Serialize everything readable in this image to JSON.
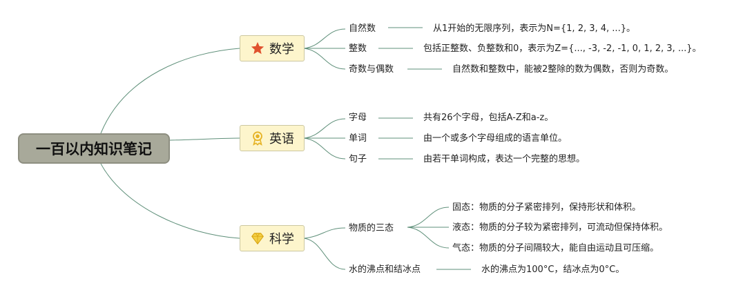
{
  "root": {
    "title": "一百以内知识笔记"
  },
  "branches": [
    {
      "label": "数学",
      "icon": "star-icon",
      "topics": [
        {
          "label": "自然数",
          "note": "从1开始的无限序列，表示为N={1, 2, 3, 4, ...}。"
        },
        {
          "label": "整数",
          "note": "包括正整数、负整数和0，表示为Z={..., -3, -2, -1, 0, 1, 2, 3, ...}。"
        },
        {
          "label": "奇数与偶数",
          "note": "自然数和整数中，能被2整除的数为偶数，否则为奇数。"
        }
      ]
    },
    {
      "label": "英语",
      "icon": "award-ribbon-icon",
      "topics": [
        {
          "label": "字母",
          "note": "共有26个字母，包括A-Z和a-z。"
        },
        {
          "label": "单词",
          "note": "由一个或多个字母组成的语言单位。"
        },
        {
          "label": "句子",
          "note": "由若干单词构成，表达一个完整的思想。"
        }
      ]
    },
    {
      "label": "科学",
      "icon": "diamond-icon",
      "topics": [
        {
          "label": "物质的三态",
          "notes": [
            "固态：物质的分子紧密排列，保持形状和体积。",
            "液态：物质的分子较为紧密排列，可流动但保持体积。",
            "气态：物质的分子间隔较大，能自由运动且可压缩。"
          ]
        },
        {
          "label": "水的沸点和结冰点",
          "note": "水的沸点为100°C，结冰点为0°C。"
        }
      ]
    }
  ],
  "colors": {
    "line": "#5e8f79",
    "root_fill": "#a8a99a",
    "branch_fill": "#fdf5cc",
    "star": "#e0522e",
    "gold": "#e6b325"
  }
}
